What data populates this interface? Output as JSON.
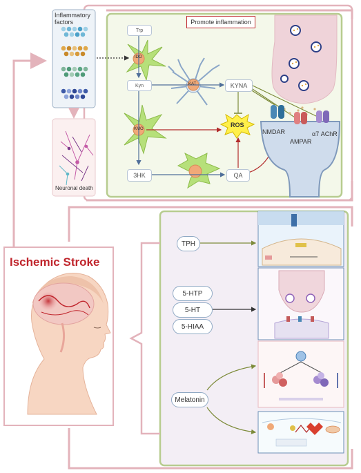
{
  "top_panel": {
    "inflammatory_factors_label": "Inflammatory\nfactors",
    "neuronal_death_label": "Neuronal death",
    "promote_inflammation_label": "Promote inflammation"
  },
  "pathway": {
    "trp": "Trp",
    "ido": "IDO",
    "kyn": "Kyn",
    "kat": "KAT",
    "kmo": "KMO",
    "kyna": "KYNA",
    "ros": "ROS",
    "three_hk": "3HK",
    "qa": "QA",
    "nmdar": "NMDAR",
    "ampar": "AMPAR",
    "a7achr": "α7 AChR"
  },
  "stroke": {
    "title": "Ischemic Stroke"
  },
  "bottom_panel": {
    "tph": "TPH",
    "htp": "5-HTP",
    "ht": "5-HT",
    "hiaa": "5-HIAA",
    "melatonin": "Melatonin"
  },
  "colors": {
    "connector_pink": "#e3b3bb",
    "panel_green_border": "#b7cc8f",
    "panel_green_fill": "#f4f8ea",
    "panel_purple_fill": "#f3eef5",
    "synapse_pink": "#efd3d9",
    "receptor_blue": "#cfdcec",
    "arrow_red": "#b22a2a",
    "arrow_olive": "#7d8b3a",
    "title_red": "#c0262d"
  }
}
